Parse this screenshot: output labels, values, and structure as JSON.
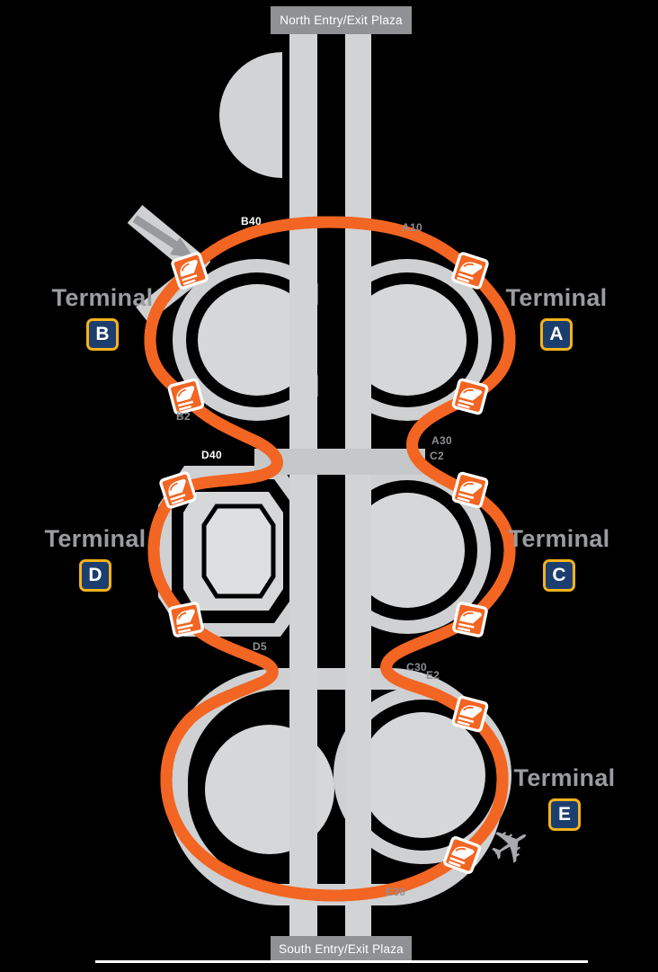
{
  "plazas": {
    "north": "North Entry/Exit Plaza",
    "south": "South Entry/Exit Plaza"
  },
  "terminals": {
    "a": {
      "label": "Terminal",
      "letter": "A"
    },
    "b": {
      "label": "Terminal",
      "letter": "B"
    },
    "c": {
      "label": "Terminal",
      "letter": "C"
    },
    "d": {
      "label": "Terminal",
      "letter": "D"
    },
    "e": {
      "label": "Terminal",
      "letter": "E"
    }
  },
  "stops": [
    {
      "code": "B40",
      "style": "on-route"
    },
    {
      "code": "A10",
      "style": "off-route"
    },
    {
      "code": "B2",
      "style": "off-route"
    },
    {
      "code": "A30",
      "style": "off-route"
    },
    {
      "code": "C2",
      "style": "off-route"
    },
    {
      "code": "D40",
      "style": "on-route"
    },
    {
      "code": "D5",
      "style": "off-route"
    },
    {
      "code": "C30",
      "style": "off-route"
    },
    {
      "code": "E2",
      "style": "off-route"
    },
    {
      "code": "E30",
      "style": "off-route"
    }
  ],
  "icons": {
    "shuttle_stop": "shuttle-train-stop-icon",
    "airplane": "airplane-icon",
    "entry_arrow": "entry-arrow-icon"
  },
  "colors": {
    "route_orange": "#F26522",
    "route_center_line": "#FFFFFF",
    "road_gray": "#D2D3D5",
    "terminal_ring": "#CFD0D2",
    "terminal_building": "#D6D7D9",
    "stop_label_gray": "#8D8F92",
    "plaza_background": "#8F9194",
    "badge_background": "#1C3E6E",
    "badge_border": "#F5B21B",
    "badge_letter": "#FFFFFF",
    "background": "#000000"
  }
}
